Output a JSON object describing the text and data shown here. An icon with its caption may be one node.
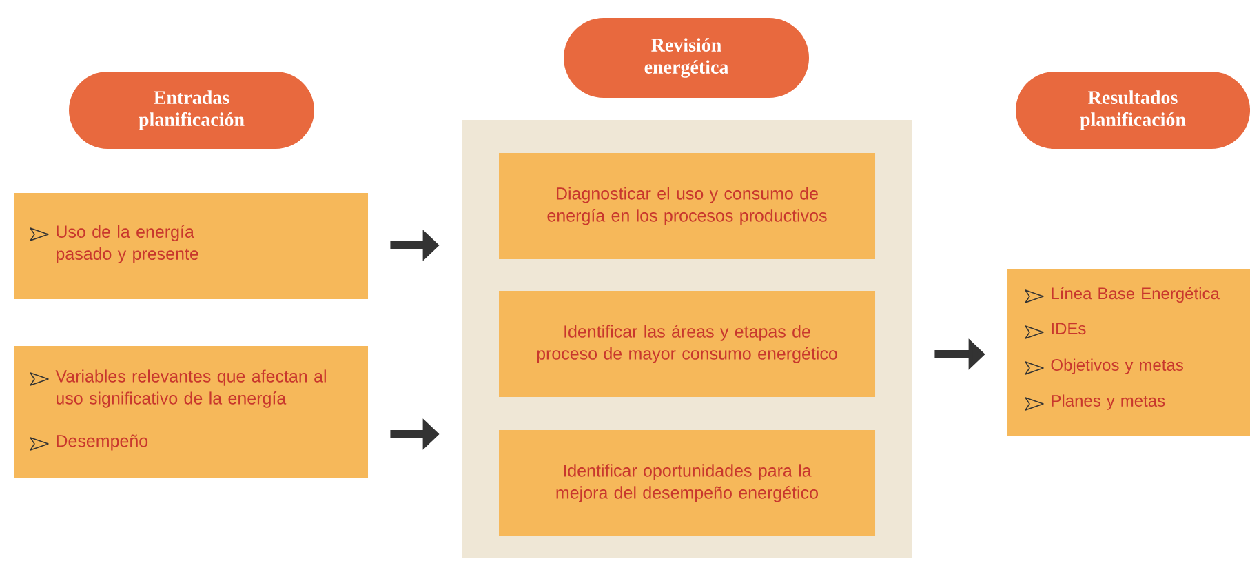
{
  "diagram": {
    "nodes": [
      {
        "text": [
          "Entradas planificación"
        ]
      },
      {
        "text": [
          "Uso de la energía pasado y presente"
        ]
      },
      {
        "text": [
          "Variables relevantes que afectan al uso significativo de la energía",
          "Desempeño"
        ]
      },
      {
        "text": [
          "Revisión energética"
        ]
      },
      {
        "text": [],
        "shape": "box"
      },
      {
        "text": [
          "Diagnosticar el uso y consumo de energía en los procesos productivos"
        ],
        "in": 4
      },
      {
        "text": [
          "Identificar las áreas y etapas de proceso de mayor consumo energético"
        ],
        "in": 4
      },
      {
        "text": [
          "Identificar oportunidades para la mejora del desempeño energético"
        ],
        "in": 4
      },
      {
        "text": [
          "Resultados planificación"
        ]
      },
      {
        "text": [
          "Línea Base Energética",
          "IDEs",
          "Objetivos y metas",
          "Planes y metas"
        ]
      }
    ],
    "edges": [
      {
        "from": 1,
        "to": 4,
        "arrow": "to"
      },
      {
        "from": 2,
        "to": 4,
        "arrow": "to"
      },
      {
        "from": 4,
        "to": 9,
        "arrow": "to"
      }
    ]
  }
}
